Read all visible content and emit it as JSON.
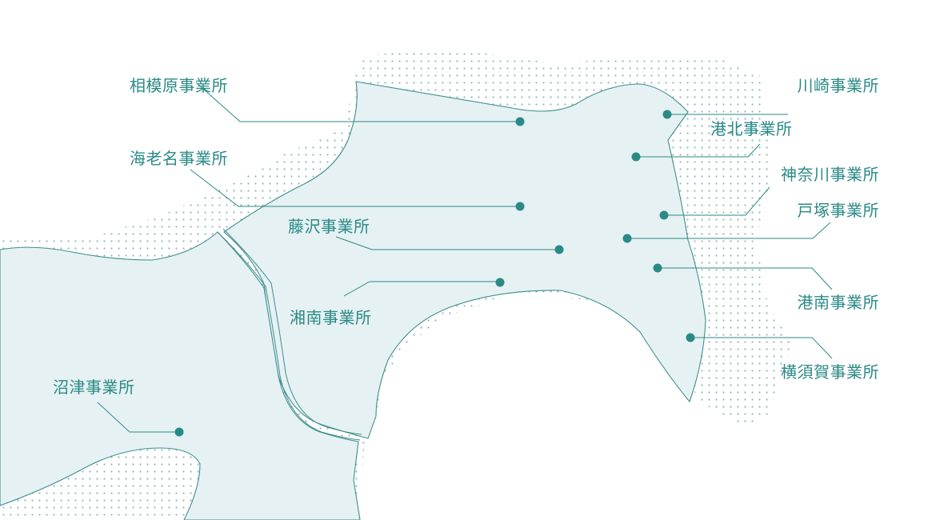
{
  "map": {
    "accent_color": "#2a8a86",
    "land_fill": "#e6f1f3",
    "dot_color": "#6a9fa5",
    "offices": [
      {
        "id": "sagamihara",
        "label": "相模原事業所"
      },
      {
        "id": "kawasaki",
        "label": "川崎事業所"
      },
      {
        "id": "kohoku",
        "label": "港北事業所"
      },
      {
        "id": "ebina",
        "label": "海老名事業所"
      },
      {
        "id": "kanagawa",
        "label": "神奈川事業所"
      },
      {
        "id": "totsuka",
        "label": "戸塚事業所"
      },
      {
        "id": "fujisawa",
        "label": "藤沢事業所"
      },
      {
        "id": "shonan",
        "label": "湘南事業所"
      },
      {
        "id": "konan",
        "label": "港南事業所"
      },
      {
        "id": "yokosuka",
        "label": "横須賀事業所"
      },
      {
        "id": "numazu",
        "label": "沼津事業所"
      }
    ]
  }
}
